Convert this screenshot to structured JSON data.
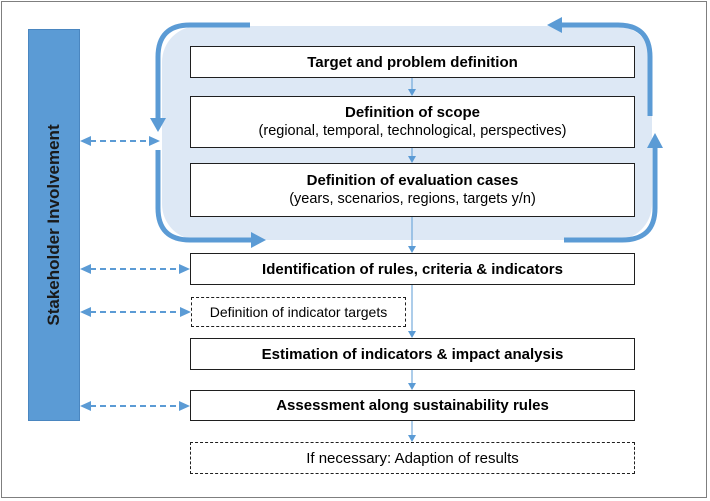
{
  "sidebar": {
    "label": "Stakeholder Involvement"
  },
  "steps": {
    "target": {
      "title": "Target and problem definition"
    },
    "scope": {
      "title": "Definition of scope",
      "subtitle": "(regional, temporal, technological, perspectives)"
    },
    "cases": {
      "title": "Definition of evaluation cases",
      "subtitle": "(years, scenarios, regions, targets y/n)"
    },
    "rules": {
      "title": "Identification of rules, criteria & indicators"
    },
    "indicator_targets": {
      "title": "Definition of indicator targets"
    },
    "estimation": {
      "title": "Estimation of indicators & impact analysis"
    },
    "assessment": {
      "title": "Assessment along sustainability rules"
    },
    "adaption": {
      "title": "If necessary: Adaption of results"
    }
  },
  "colors": {
    "accent": "#5b9bd5",
    "loop_fill": "#dde8f5",
    "box_border": "#1f1f1f"
  }
}
